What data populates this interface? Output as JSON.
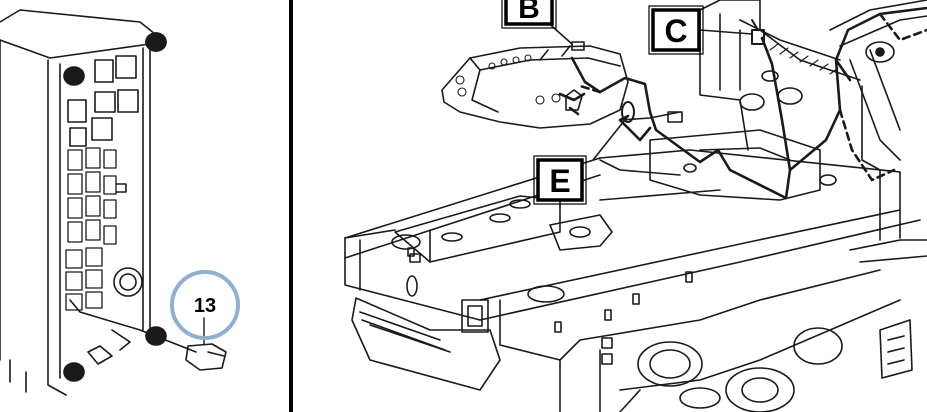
{
  "callouts": {
    "ref_13": "13",
    "label_b": "B",
    "label_c": "C",
    "label_e": "E"
  },
  "colors": {
    "line": "#1a1a1a",
    "callout_ring": "#8fb0d3",
    "divider": "#000000",
    "background": "#ffffff"
  }
}
